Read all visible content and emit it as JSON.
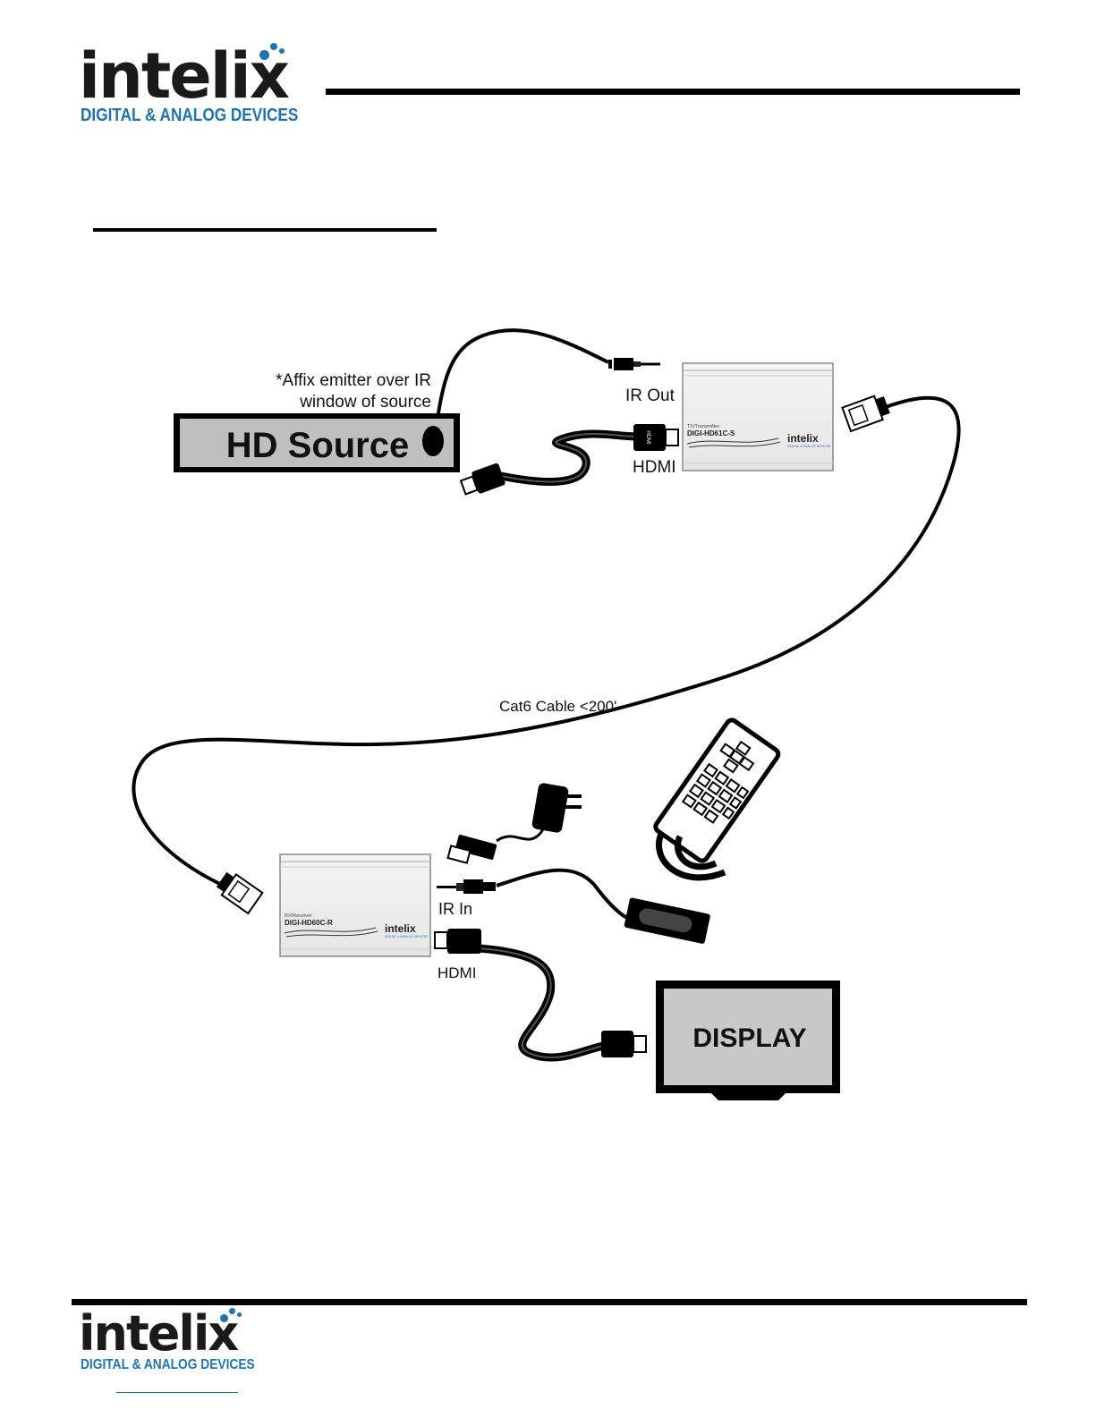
{
  "header": {
    "logo": {
      "wordmark": "intelix",
      "tagline": "DIGITAL & ANALOG DEVICES"
    }
  },
  "footer": {
    "logo": {
      "wordmark": "intelix",
      "tagline": "DIGITAL & ANALOG DEVICES"
    }
  },
  "diagram": {
    "source_label": "HD Source",
    "emitter_note_line1": "*Affix emitter over IR",
    "emitter_note_line2": "window of source",
    "ir_out_label": "IR Out",
    "hdmi_tx_label": "HDMI",
    "transmitter": {
      "title": "TX/Transmitter",
      "model": "DIGI-HD61C-S",
      "brand": "intelix",
      "brand_tag": "DIGITAL & ANALOG DEVICES"
    },
    "cable_label": "Cat6 Cable <200'",
    "receiver": {
      "title": "RX/Receiver",
      "model": "DIGI-HD60C-R",
      "brand": "intelix",
      "brand_tag": "DIGITAL & ANALOG DEVICES"
    },
    "ir_in_label": "IR In",
    "hdmi_rx_label": "HDMI",
    "display_label": "DISPLAY",
    "hdmi_connector_text": "HDMI"
  },
  "colors": {
    "brand_text": "#1a1a1a",
    "brand_accent": "#1c73b6",
    "panel_fill": "#bfbfbf",
    "display_fill": "#c8c8c8"
  },
  "icons": [
    "hd-source-box",
    "ir-emitter-icon",
    "transmitter-unit",
    "receiver-unit",
    "rj45-connector-icon",
    "hdmi-connector-icon",
    "power-adapter-icon",
    "remote-control-icon",
    "ir-receiver-icon",
    "display-icon",
    "audio-jack-icon"
  ]
}
